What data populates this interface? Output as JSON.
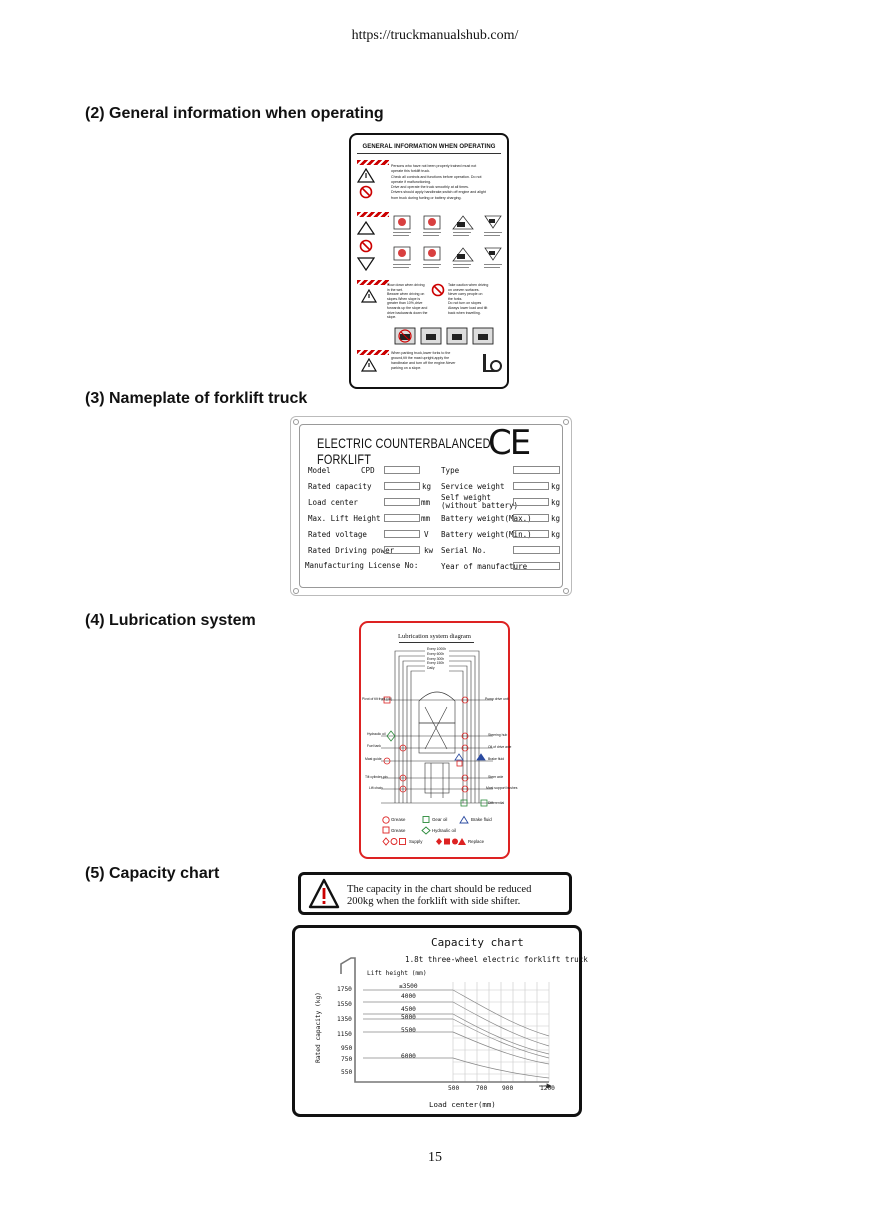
{
  "header": {
    "url": "https://truckmanualshub.com/"
  },
  "sections": {
    "general": "(2) General information when operating",
    "nameplate": "(3) Nameplate of forklift truck",
    "lubrication": "(4) Lubrication system",
    "capacity": "(5) Capacity chart"
  },
  "general_sign": {
    "title": "GENERAL INFORMATION WHEN OPERATING",
    "block1": [
      "Persons who have not been properly trained must not",
      "operate this forklift truck.",
      "Check all controls and functions before operation. Do not",
      "operate if malfunctioning.",
      "Drive and operate the truck smoothly at all times.",
      "Drivers should apply handbrake,switch off engine and alight",
      "from truck during fueling or battery charging."
    ],
    "block3_left": [
      "Slow down when driving",
      "in the wet.",
      "Beware when driving on",
      "slopes.When slope is",
      "greater than 10%,drive",
      "forwards up the slope and",
      "drive backwards down the",
      "slope."
    ],
    "block3_right": [
      "Take caution when driving",
      "on uneven surfaces.",
      "Never carry people on",
      "the forks.",
      "Do not turn on slopes",
      "Always lower load and tilt",
      "back when travelling."
    ],
    "block4": [
      "When parking truck,lower forks to the",
      "ground,tilt the mast upright,apply the",
      "handbrake and turn off the engine.Never",
      "parking on a slope."
    ]
  },
  "nameplate": {
    "title": "ELECTRIC COUNTERBALANCED FORKLIFT",
    "ce": "CE",
    "left_fields": [
      {
        "label": "Model",
        "prefix": "CPD",
        "unit": ""
      },
      {
        "label": "Rated capacity",
        "prefix": "",
        "unit": "kg"
      },
      {
        "label": "Load center",
        "prefix": "",
        "unit": "mm"
      },
      {
        "label": "Max. Lift Height",
        "prefix": "",
        "unit": "mm"
      },
      {
        "label": "Rated voltage",
        "prefix": "",
        "unit": "V"
      },
      {
        "label": "Rated Driving power",
        "prefix": "",
        "unit": "kw"
      }
    ],
    "license": "Manufacturing License No:",
    "right_fields": [
      {
        "label": "Type",
        "unit": ""
      },
      {
        "label": "Service weight",
        "unit": "kg"
      },
      {
        "label": "Self weight",
        "label2": "(without battery)",
        "unit": "kg"
      },
      {
        "label": "Battery weight(Max.)",
        "unit": "kg"
      },
      {
        "label": "Battery weight(Min.)",
        "unit": "kg"
      },
      {
        "label": "Serial No.",
        "unit": ""
      },
      {
        "label": "Year of manufacture",
        "unit": ""
      }
    ]
  },
  "lubrication": {
    "title": "Lubrication system diagram",
    "intervals": [
      "Every 1000h",
      "Every 600h",
      "Every 300h",
      "Every 150h",
      "Daily"
    ],
    "left_points": [
      "Pivot of tilt front (oil)",
      "Hydraulic oil",
      "Fuel tank",
      "Mast guide",
      "Tilt cylinder pin",
      "Lift chain"
    ],
    "right_points": [
      "Pump drive unit",
      "Steering hub",
      "Oil of drive axle",
      "Brake fluid",
      "Steer axle",
      "Mast support bushes",
      "Differential"
    ],
    "legend": {
      "grease_circle": "Grease",
      "gear_oil": "Gear oil",
      "brake_fluid": "Brake fluid",
      "grease_square": "Grease",
      "hydraulic_oil": "Hydraulic oil",
      "supply": "Supply",
      "replace": "Replace"
    }
  },
  "warning": {
    "line1": "The capacity in the chart should be reduced",
    "line2": "200kg when the forklift with side shifter."
  },
  "capacity_chart": {
    "title": "Capacity chart",
    "subtitle": "1.8t three-wheel electric forklift truck",
    "lift_label": "Lift height (mm)",
    "ylabel": "Rated capacity (kg)",
    "xlabel": "Load center(mm)",
    "y_ticks": [
      "1750",
      "1550",
      "1350",
      "1150",
      "950",
      "750",
      "550"
    ],
    "x_ticks": [
      "500",
      "700",
      "900",
      "1200"
    ],
    "lift_heights": [
      "≤3500",
      "4000",
      "4500",
      "5000",
      "5500",
      "6000"
    ]
  },
  "footer": {
    "page": "15"
  }
}
